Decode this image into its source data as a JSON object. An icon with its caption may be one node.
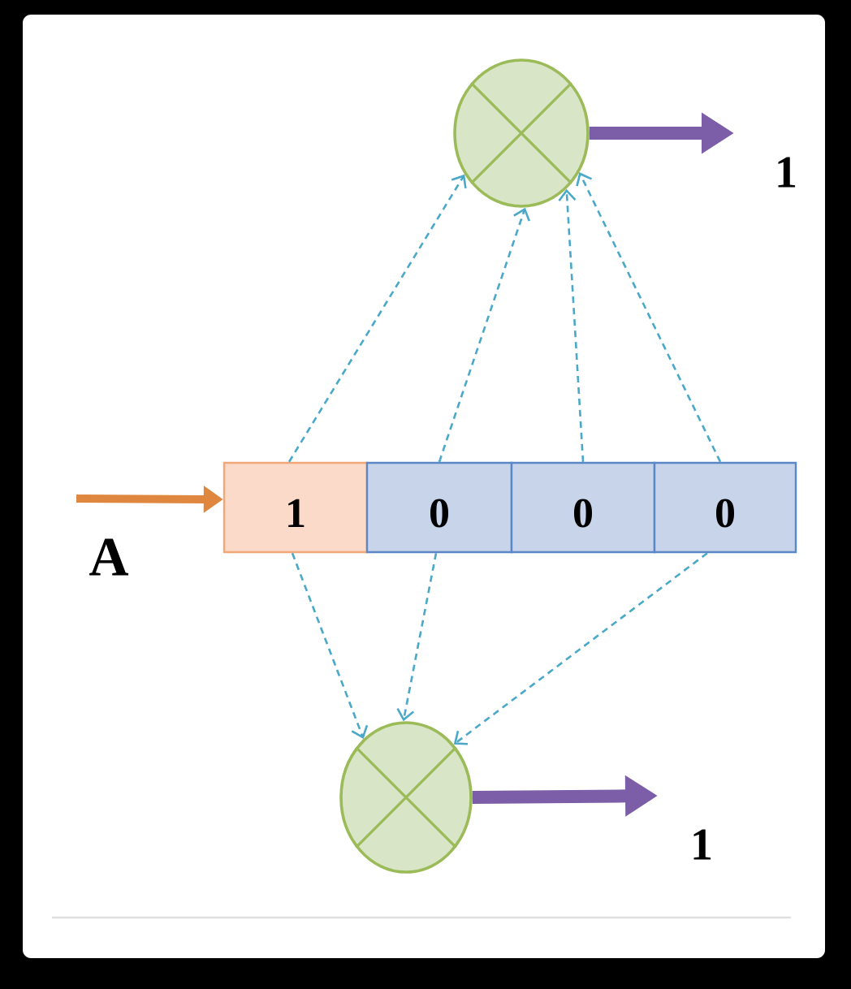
{
  "diagram": {
    "nodes": [
      {
        "text": [],
        "shape": "circle"
      },
      {
        "text": [
          "1"
        ]
      },
      {
        "text": [
          "0"
        ]
      },
      {
        "text": [
          "0"
        ]
      },
      {
        "text": [
          "0"
        ]
      },
      {
        "text": [],
        "shape": "circle"
      }
    ],
    "edges": [
      {
        "from": null,
        "to": 1,
        "arrow": "to",
        "label": "A",
        "style": "thick",
        "color": "#e0873f"
      },
      {
        "from": 1,
        "to": 0,
        "arrow": "to",
        "style": "dashed"
      },
      {
        "from": 2,
        "to": 0,
        "arrow": "to",
        "style": "dashed"
      },
      {
        "from": 3,
        "to": 0,
        "arrow": "to",
        "style": "dashed"
      },
      {
        "from": 4,
        "to": 0,
        "arrow": "to",
        "style": "dashed"
      },
      {
        "from": 0,
        "to": null,
        "arrow": "to",
        "label": "1",
        "style": "thick",
        "color": "#7b5ea7"
      },
      {
        "from": 1,
        "to": 5,
        "arrow": "to",
        "style": "dashed"
      },
      {
        "from": 2,
        "to": 5,
        "arrow": "to",
        "style": "dashed"
      },
      {
        "from": 4,
        "to": 5,
        "arrow": "to",
        "style": "dashed"
      },
      {
        "from": 5,
        "to": null,
        "arrow": "to",
        "label": "1",
        "style": "thick",
        "color": "#7b5ea7"
      }
    ]
  }
}
